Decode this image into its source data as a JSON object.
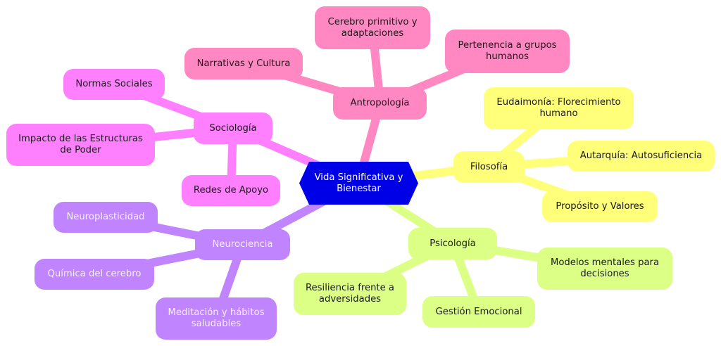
{
  "colors": {
    "root": "#0000e6",
    "antropologia": "#ff88c2",
    "sociologia": "#ff80ff",
    "filosofia": "#ffff7a",
    "psicologia": "#dcff86",
    "neurociencia": "#c184ff"
  },
  "root": {
    "label": "Vida Significativa y Bienestar"
  },
  "branches": {
    "antropologia": {
      "label": "Antropología",
      "children": [
        "Cerebro primitivo y adaptaciones",
        "Narrativas y Cultura",
        "Pertenencia a grupos humanos"
      ]
    },
    "sociologia": {
      "label": "Sociología",
      "children": [
        "Normas Sociales",
        "Impacto de las Estructuras de Poder",
        "Redes de Apoyo"
      ]
    },
    "filosofia": {
      "label": "Filosofía",
      "children": [
        "Eudaimonía: Florecimiento humano",
        "Autarquía: Autosuficiencia",
        "Propósito y Valores"
      ]
    },
    "psicologia": {
      "label": "Psicología",
      "children": [
        "Modelos mentales para decisiones",
        "Resiliencia frente a adversidades",
        "Gestión Emocional"
      ]
    },
    "neurociencia": {
      "label": "Neurociencia",
      "children": [
        "Neuroplasticidad",
        "Química del cerebro",
        "Meditación y hábitos saludables"
      ]
    }
  }
}
